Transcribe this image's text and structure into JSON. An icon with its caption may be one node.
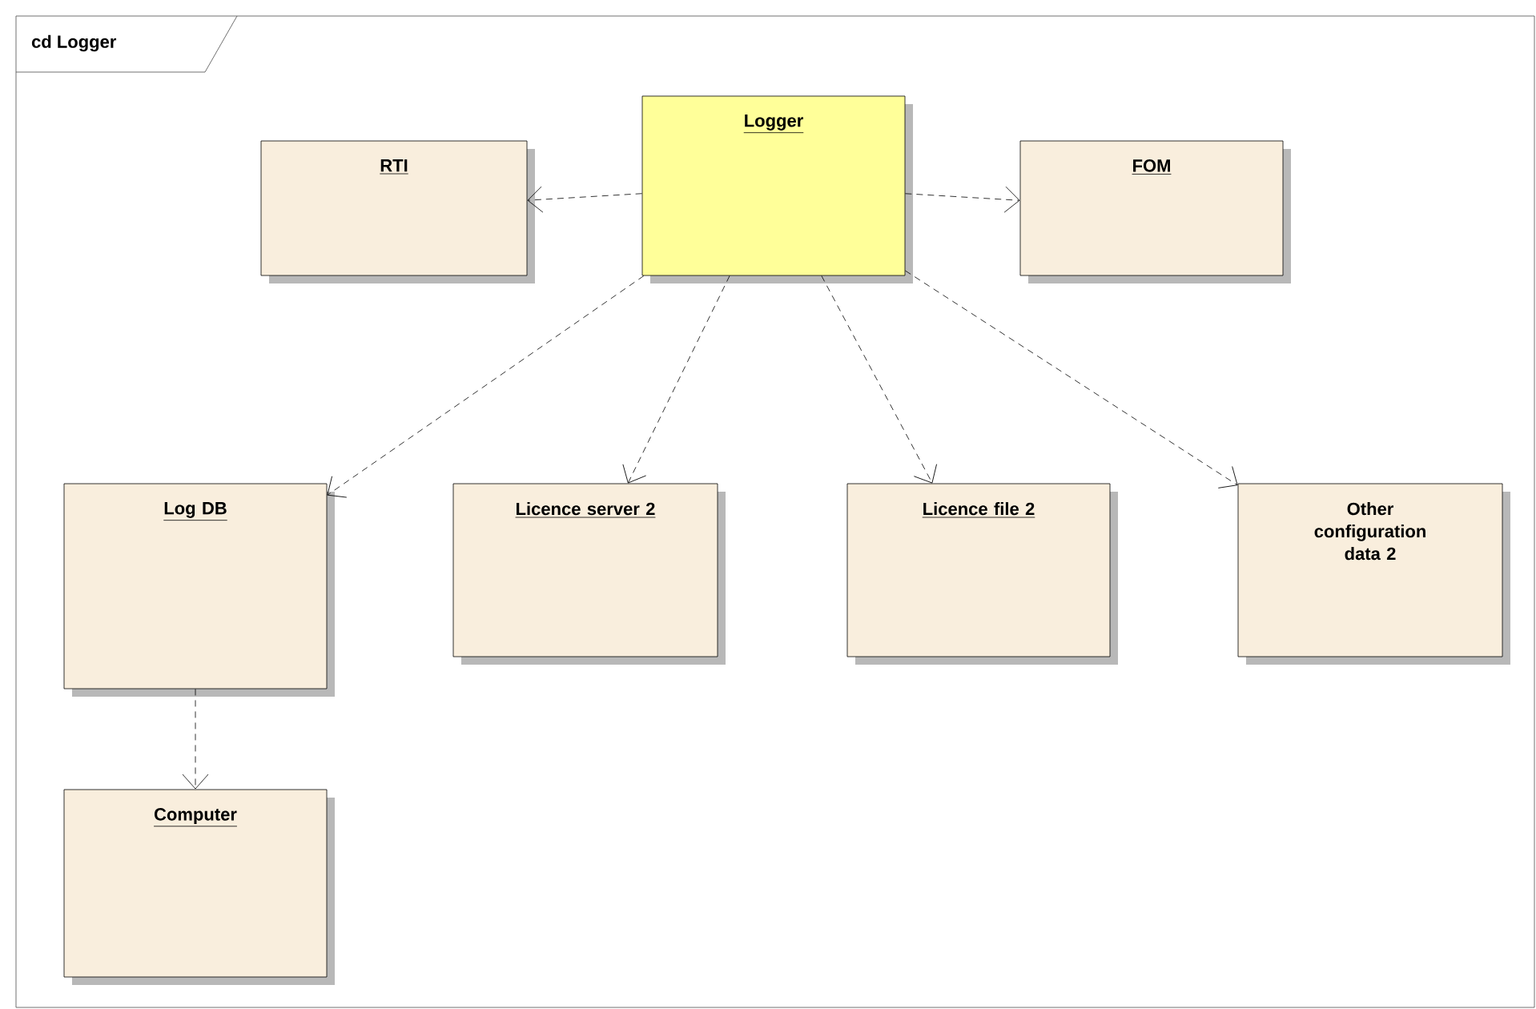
{
  "diagram": {
    "title": "cd Logger",
    "nodes": [
      {
        "text": [
          "RTI"
        ]
      },
      {
        "text": [
          "Logger"
        ]
      },
      {
        "text": [
          "FOM"
        ]
      },
      {
        "text": [
          "Log DB"
        ]
      },
      {
        "text": [
          "Licence server 2"
        ]
      },
      {
        "text": [
          "Licence file 2"
        ]
      },
      {
        "text": [
          "Other configuration data 2"
        ]
      },
      {
        "text": [
          "Computer"
        ]
      }
    ],
    "edges": [
      {
        "from": 1,
        "to": 0,
        "arrow": "to",
        "style": "dashed"
      },
      {
        "from": 1,
        "to": 2,
        "arrow": "to",
        "style": "dashed"
      },
      {
        "from": 1,
        "to": 3,
        "arrow": "to",
        "style": "dashed"
      },
      {
        "from": 1,
        "to": 4,
        "arrow": "to",
        "style": "dashed"
      },
      {
        "from": 1,
        "to": 5,
        "arrow": "to",
        "style": "dashed"
      },
      {
        "from": 1,
        "to": 6,
        "arrow": "to",
        "style": "dashed"
      },
      {
        "from": 3,
        "to": 7,
        "arrow": "to",
        "style": "dashed"
      }
    ]
  }
}
